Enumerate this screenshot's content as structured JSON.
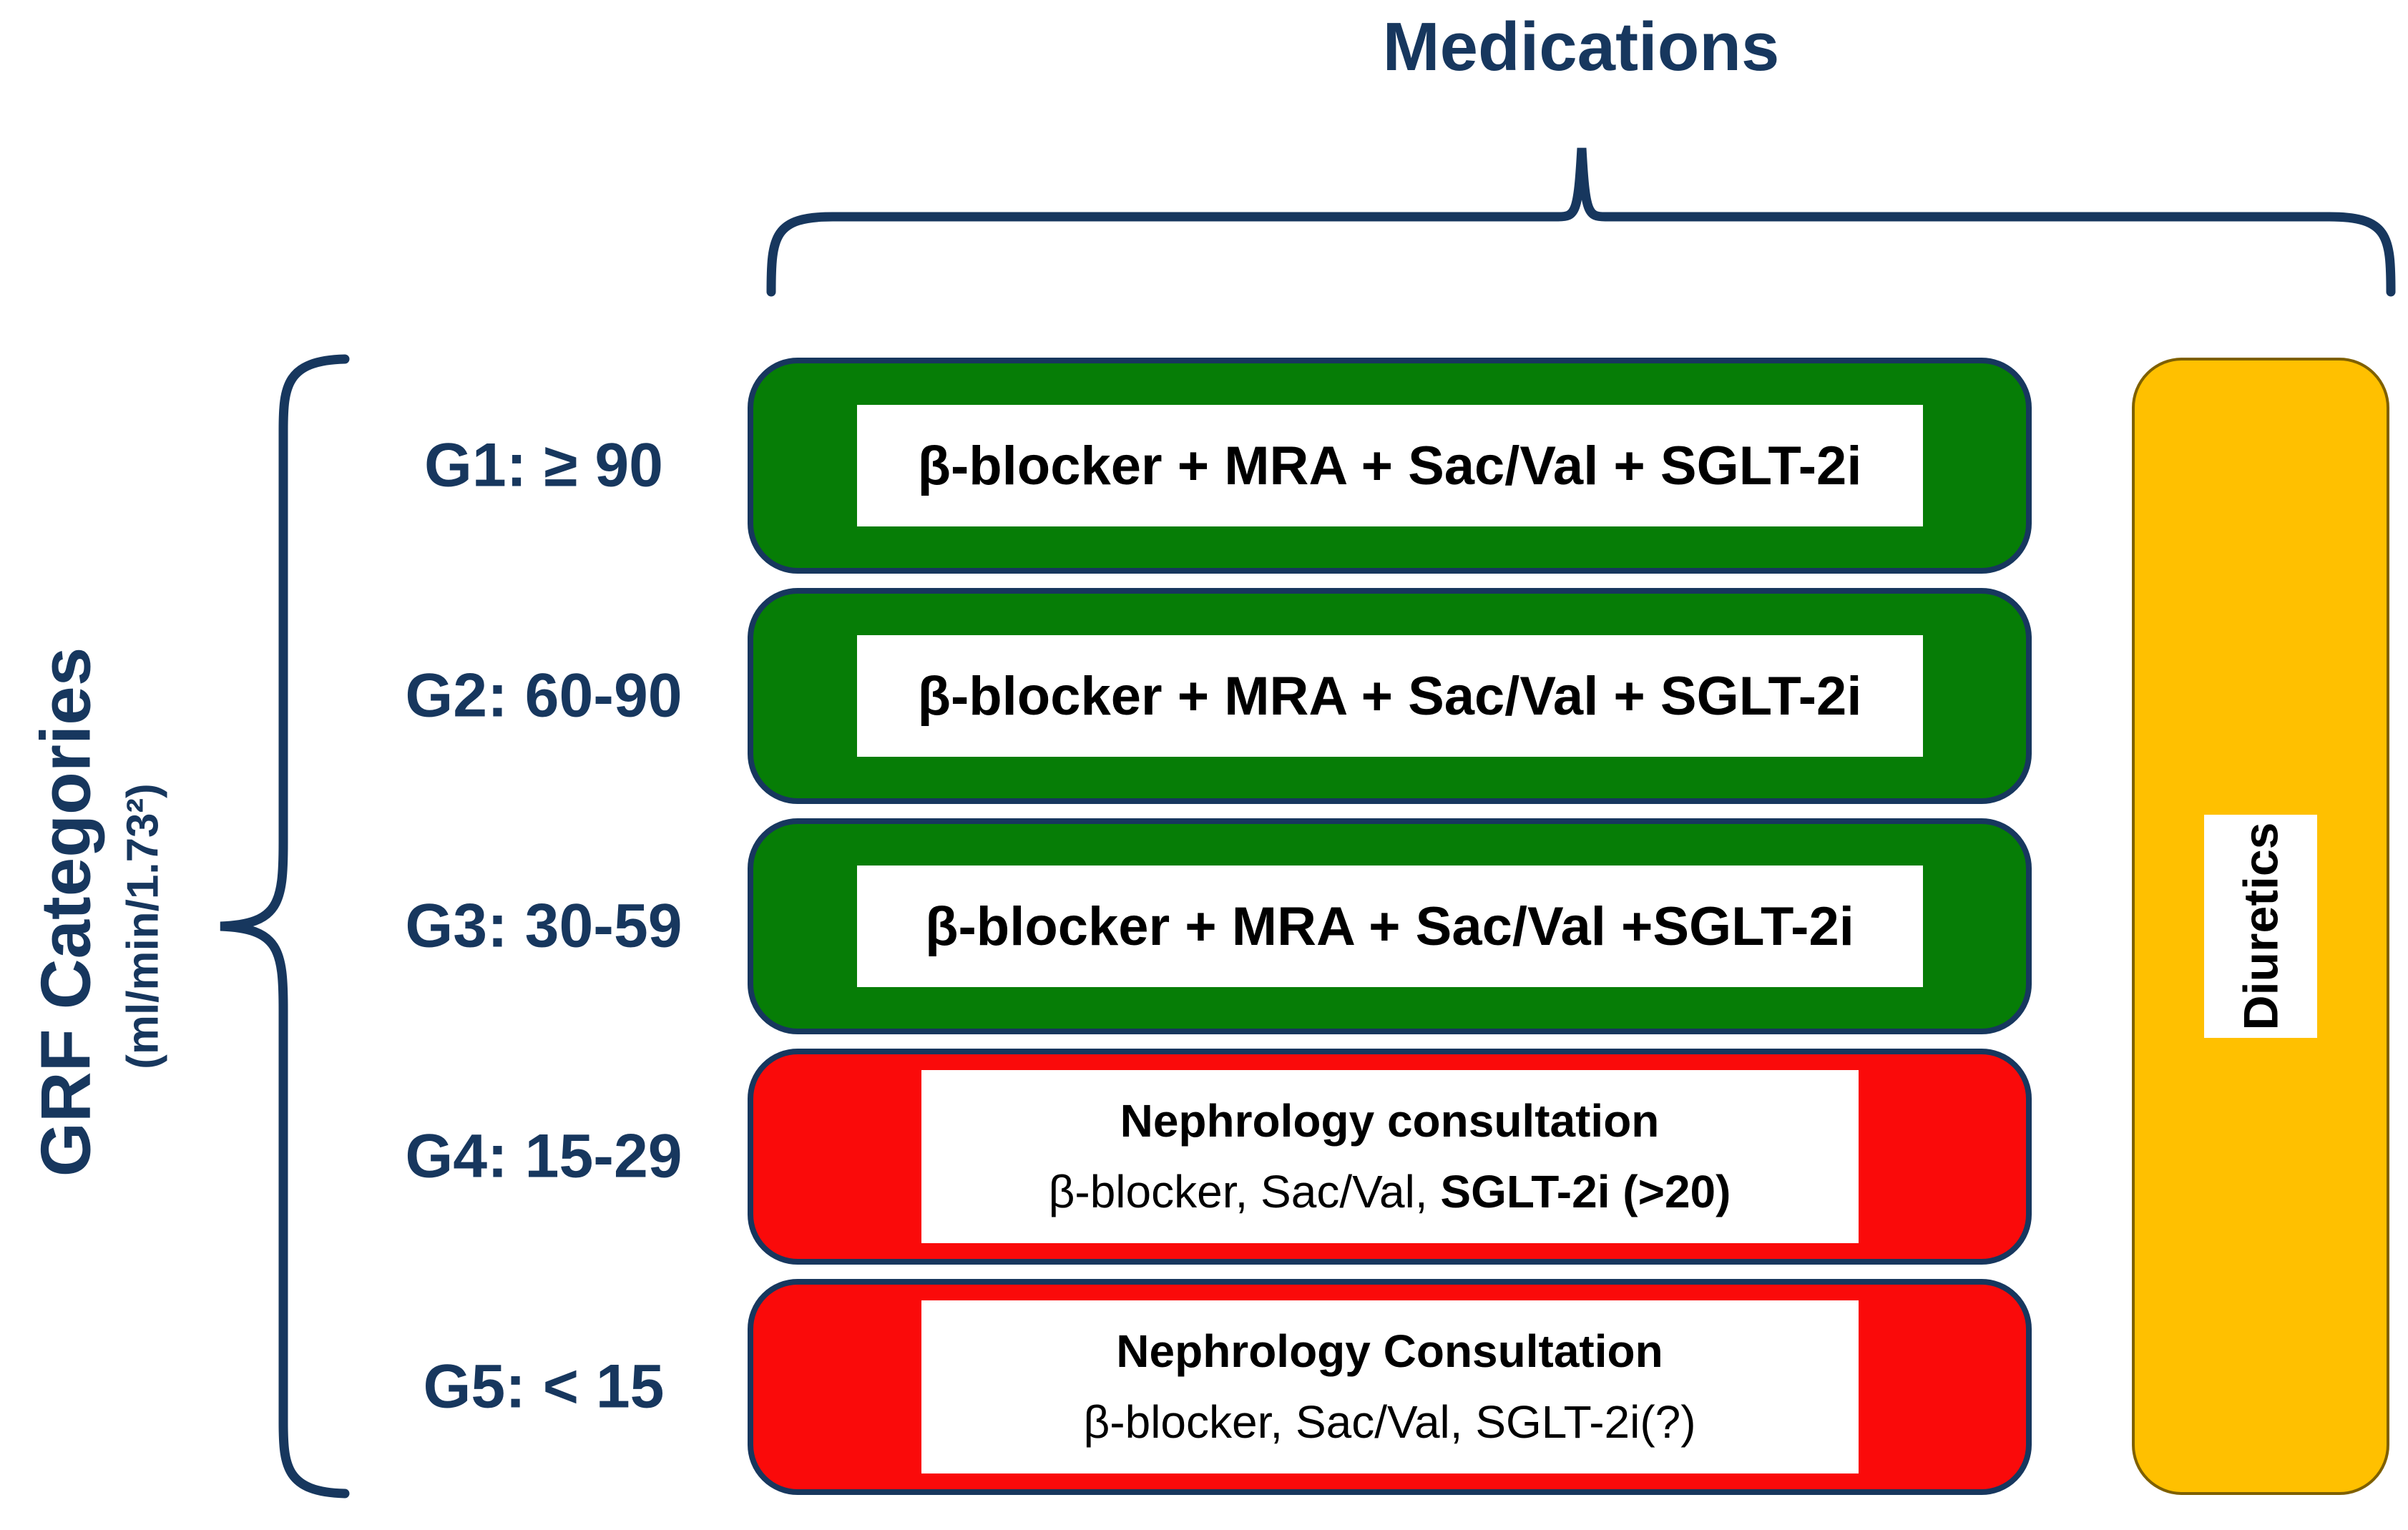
{
  "title": "Medications",
  "left_axis": {
    "title": "GRF Categories",
    "subtitle": "(ml/min/1.73²)"
  },
  "rows": [
    {
      "category_label": "G1: ≥ 90",
      "medication": "β-blocker + MRA + Sac/Val + SGLT-2i",
      "color": "green"
    },
    {
      "category_label": "G2: 60-90",
      "medication": "β-blocker + MRA + Sac/Val + SGLT-2i",
      "color": "green"
    },
    {
      "category_label": "G3: 30-59",
      "medication": "β-blocker + MRA + Sac/Val +SGLT-2i",
      "color": "green"
    },
    {
      "category_label": "G4: 15-29",
      "heading": "Nephrology consultation",
      "med_regular": "β-blocker, Sac/Val, ",
      "med_bold": "SGLT-2i (>20)",
      "color": "red"
    },
    {
      "category_label": "G5: < 15",
      "heading": "Nephrology Consultation",
      "med_regular": "β-blocker, Sac/Val, SGLT-2i(?)",
      "med_bold": "",
      "color": "red"
    }
  ],
  "diuretics": {
    "label": "Diuretics"
  },
  "colors": {
    "navy": "#17375E",
    "green": "#067D06",
    "red": "#FA0A0A",
    "amber": "#FFC000",
    "amber-border": "#7F6000",
    "label-text": "#000000",
    "label-bg": "#FFFFFF"
  }
}
